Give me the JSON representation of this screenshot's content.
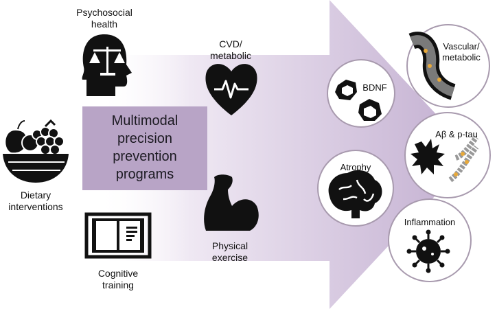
{
  "central": {
    "lines": [
      "Multimodal",
      "precision",
      "prevention",
      "programs"
    ]
  },
  "interventions": {
    "psychosocial": [
      "Psychosocial",
      "health"
    ],
    "cvd": [
      "CVD/",
      "metabolic"
    ],
    "dietary": [
      "Dietary",
      "interventions"
    ],
    "cognitive": [
      "Cognitive",
      "training"
    ],
    "physical": [
      "Physical",
      "exercise"
    ]
  },
  "outcomes": {
    "bdnf": "BDNF",
    "atrophy": "Atrophy",
    "vascular": [
      "Vascular/",
      "metabolic"
    ],
    "abeta": "Aβ & p-tau",
    "inflammation": "Inflammation"
  },
  "colors": {
    "arrow": "#c7b5d2",
    "box": "#b8a4c6",
    "circle_border": "#a89aae",
    "plaque_dot": "#e8a93a"
  },
  "icons": [
    "scales-head-icon",
    "heart-ecg-icon",
    "fruit-bowl-icon",
    "book-icon",
    "flexed-arm-icon",
    "bdnf-molecule-icon",
    "brain-icon",
    "blood-vessel-icon",
    "amyloid-tau-icon",
    "virus-icon"
  ]
}
